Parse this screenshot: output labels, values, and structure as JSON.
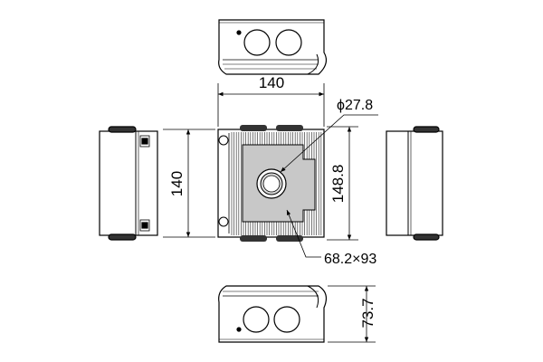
{
  "dimensions": {
    "width": "140",
    "height": "140",
    "diameter": "ϕ27.8",
    "plate_height": "148.8",
    "depth": "73.7",
    "mount_area": "68.2×93"
  },
  "colors": {
    "line": "#000000",
    "plate_fill": "#c8c8c8",
    "fin": "#555555",
    "hole_fill": "#d9d9d9",
    "body_fill": "#ffffff"
  }
}
